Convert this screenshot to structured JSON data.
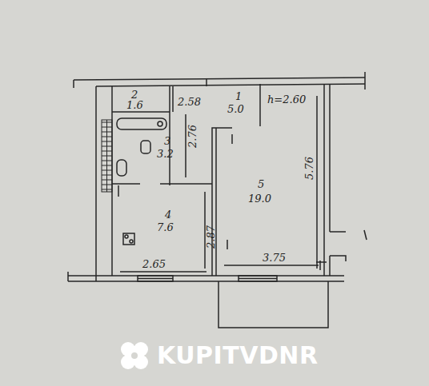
{
  "diagram": {
    "labels": [
      "2",
      "1.6",
      "2.58",
      "1",
      "5.0",
      "h=2.60",
      "3",
      "3.2",
      "2.76",
      "5",
      "19.0",
      "5.76",
      "4",
      "7.6",
      "2.87",
      "2.65",
      "3.75",
      "KUPITVDNR"
    ]
  }
}
